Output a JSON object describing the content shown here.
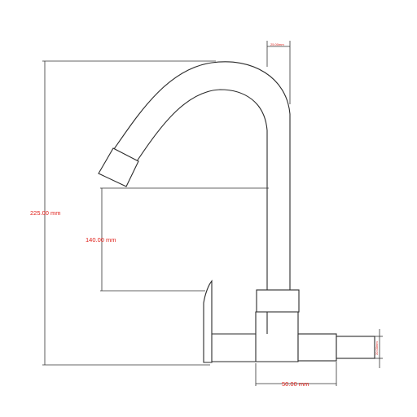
{
  "dimensions": {
    "overall_height": "225.00 mm",
    "spout_clearance": "140.00 mm",
    "pipe_width": "25.00mm",
    "base_length": "50.00 mm",
    "inlet_diameter": "20.00mm"
  },
  "colors": {
    "dimension_text": "#e0201a",
    "outline": "#2a2a2a",
    "background": "#ffffff"
  }
}
